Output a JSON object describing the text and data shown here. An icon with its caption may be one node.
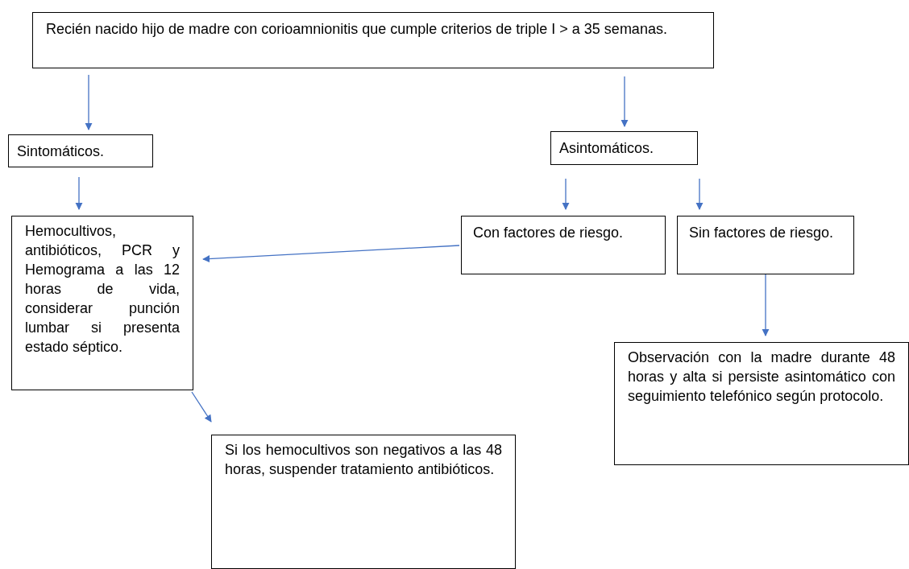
{
  "diagram": {
    "nodes": [
      {
        "text": [
          "Recién nacido hijo de madre con corioamnionitis que cumple criterios de triple I > a 35 semanas."
        ]
      },
      {
        "text": [
          "Sintomáticos."
        ]
      },
      {
        "text": [
          "Asintomáticos."
        ]
      },
      {
        "text": [
          "Hemocultivos, antibióticos, PCR y Hemograma a las 12 horas de vida, considerar punción lumbar si presenta estado séptico."
        ]
      },
      {
        "text": [
          "Con factores de riesgo."
        ]
      },
      {
        "text": [
          "Sin factores de riesgo."
        ]
      },
      {
        "text": [
          "Si los hemocultivos son negativos a las 48 horas, suspender tratamiento antibióticos."
        ]
      },
      {
        "text": [
          "Observación con la madre durante 48 horas y alta si persiste asintomático con seguimiento telefónico según protocolo."
        ]
      }
    ],
    "edges": [
      {
        "from": 0,
        "to": 1,
        "arrow": "to"
      },
      {
        "from": 0,
        "to": 2,
        "arrow": "to"
      },
      {
        "from": 1,
        "to": 3,
        "arrow": "to"
      },
      {
        "from": 2,
        "to": 4,
        "arrow": "to"
      },
      {
        "from": 2,
        "to": 5,
        "arrow": "to"
      },
      {
        "from": 4,
        "to": 3,
        "arrow": "to"
      },
      {
        "from": 3,
        "to": 6,
        "arrow": "to"
      },
      {
        "from": 5,
        "to": 7,
        "arrow": "to"
      }
    ]
  }
}
